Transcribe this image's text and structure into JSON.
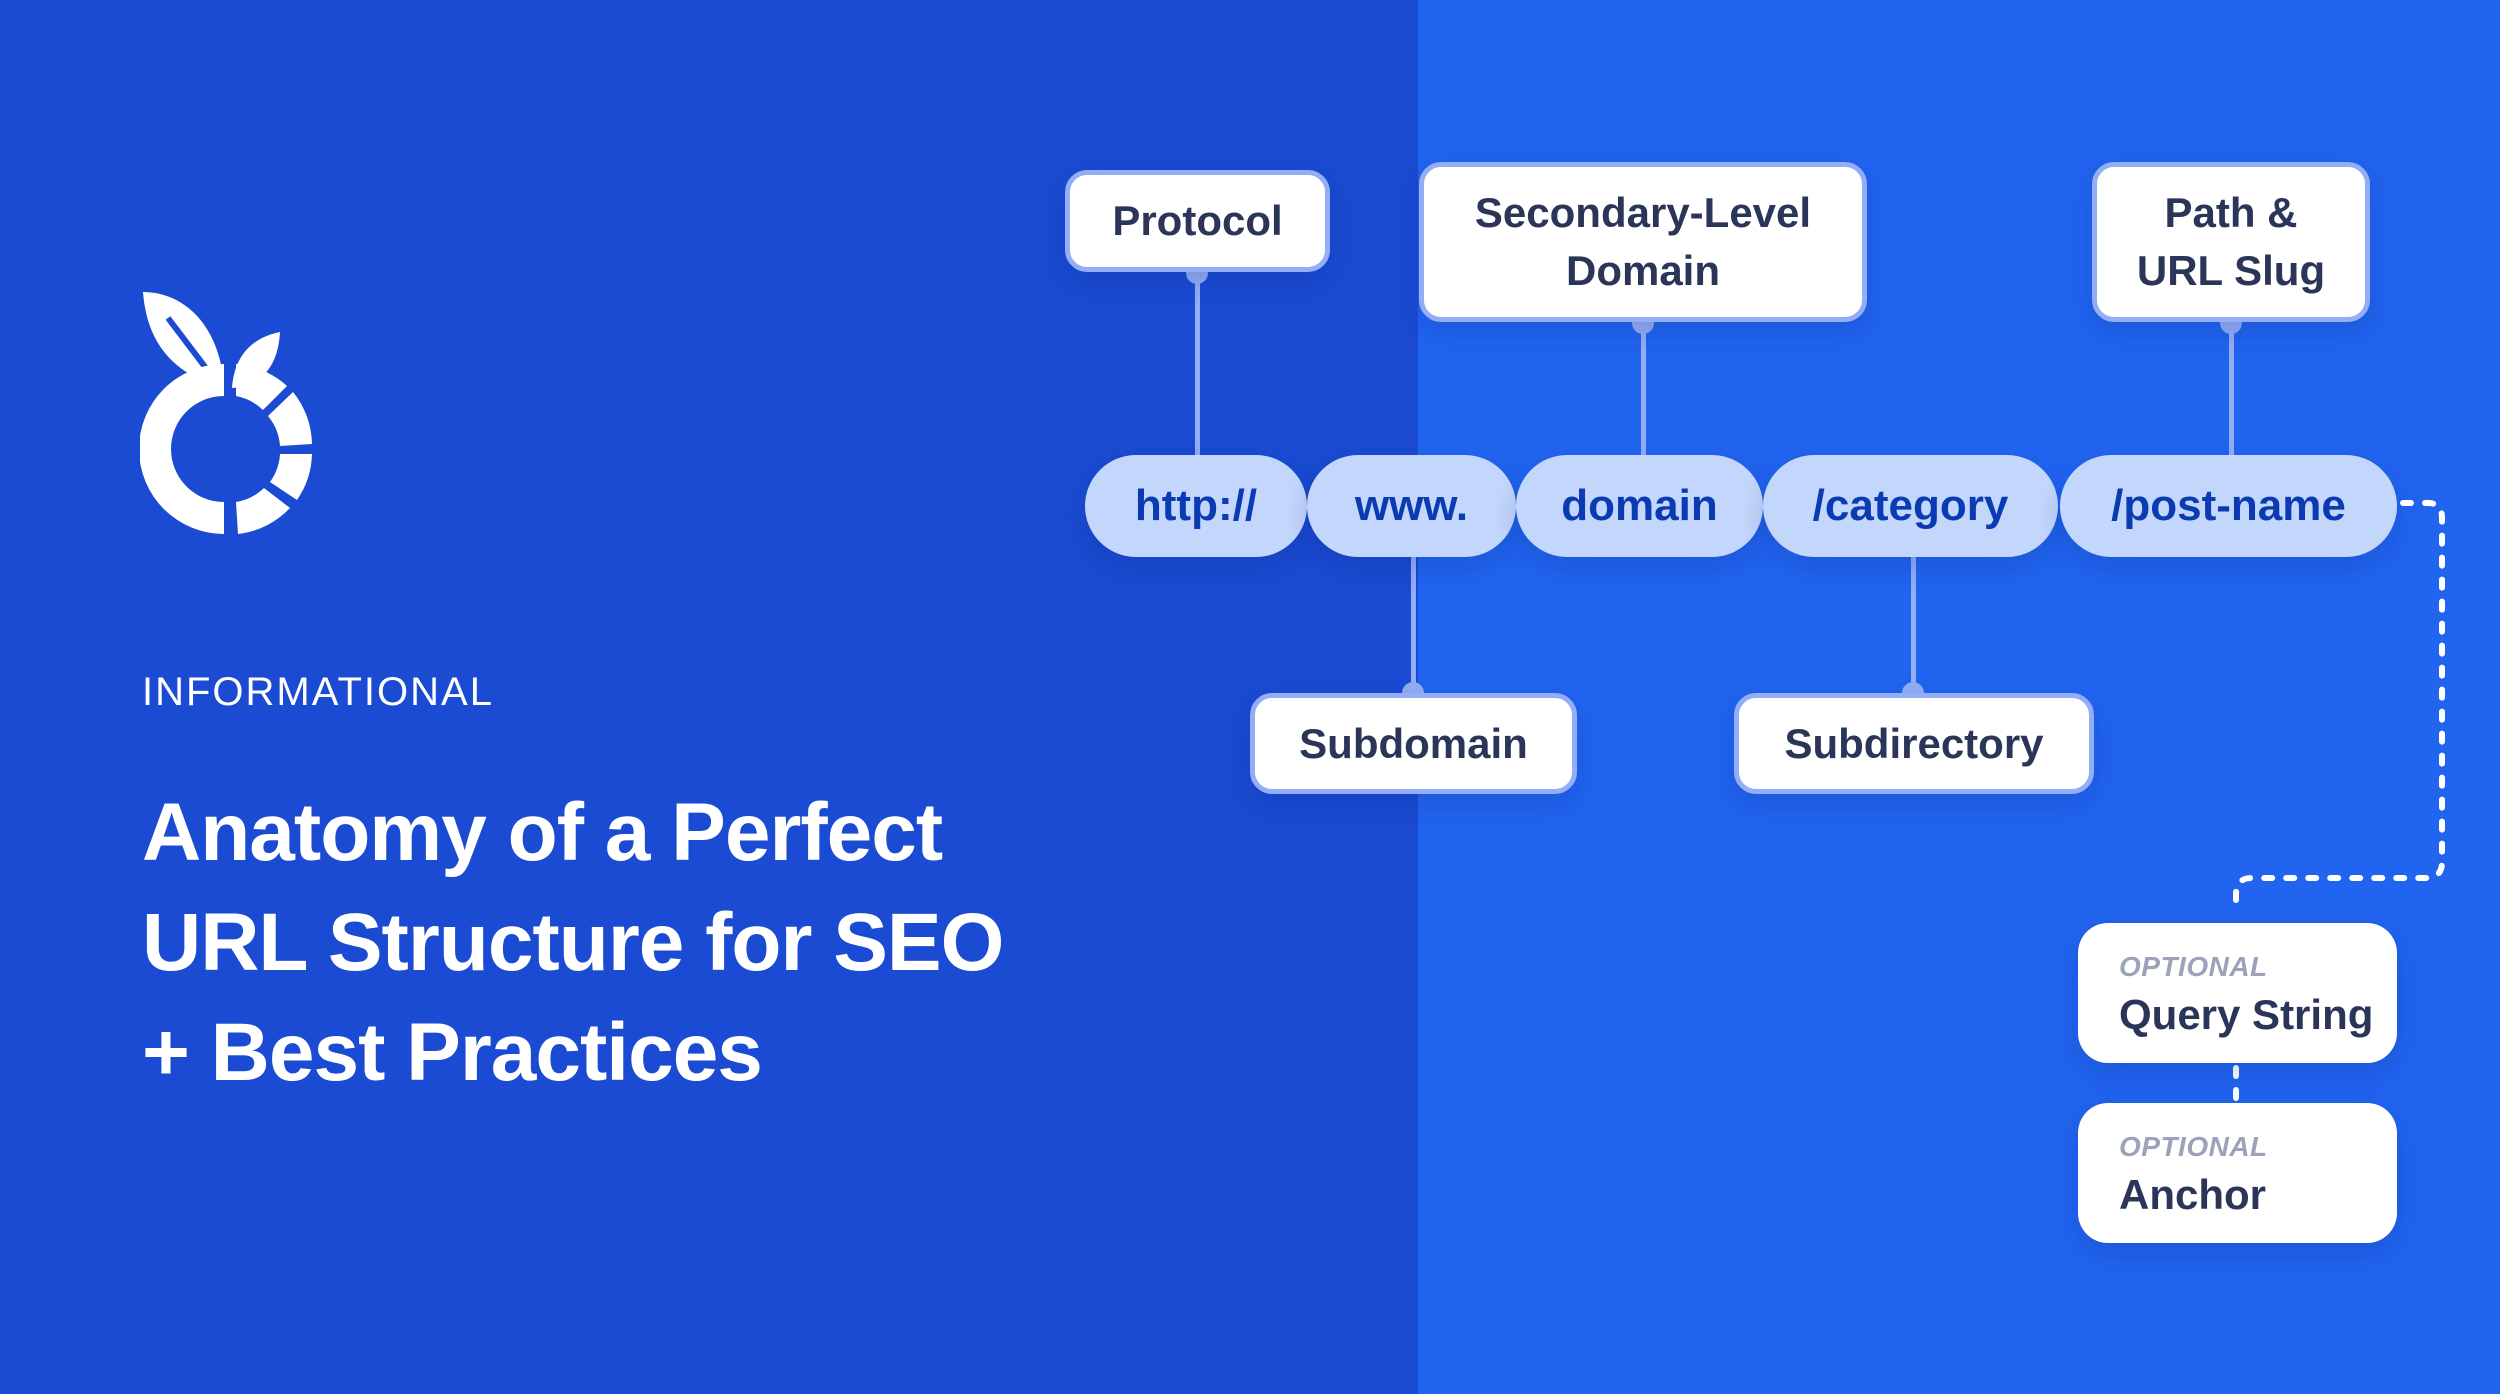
{
  "colors": {
    "left_bg": "#1a4bd2",
    "right_bg": "#2164ef",
    "pill_bg": "#c3d6fb",
    "pill_text": "#0b3bb2",
    "box_border": "#93adf6",
    "box_text": "#2a3558",
    "optional_tag": "#9aa3b9"
  },
  "brand": {
    "logo_icon": "fruit-ring-logo-icon"
  },
  "hero": {
    "eyebrow": "INFORMATIONAL",
    "title_lines": [
      "Anatomy of a Perfect",
      "URL Structure for SEO",
      "+ Best Practices"
    ]
  },
  "diagram": {
    "url_parts": [
      {
        "text": "http://"
      },
      {
        "text": "www."
      },
      {
        "text": "domain"
      },
      {
        "text": "/category"
      },
      {
        "text": "/post-name"
      }
    ],
    "labels_top": [
      {
        "lines": [
          "Protocol"
        ],
        "target": "http://"
      },
      {
        "lines": [
          "Secondary-Level",
          "Domain"
        ],
        "target": "domain"
      },
      {
        "lines": [
          "Path &",
          "URL Slug"
        ],
        "target": "/post-name"
      }
    ],
    "labels_bottom": [
      {
        "lines": [
          "Subdomain"
        ],
        "target": "www."
      },
      {
        "lines": [
          "Subdirectory"
        ],
        "target": "/category"
      }
    ],
    "optional_parts": [
      {
        "tag": "OPTIONAL",
        "title": "Query String"
      },
      {
        "tag": "OPTIONAL",
        "title": "Anchor"
      }
    ]
  }
}
